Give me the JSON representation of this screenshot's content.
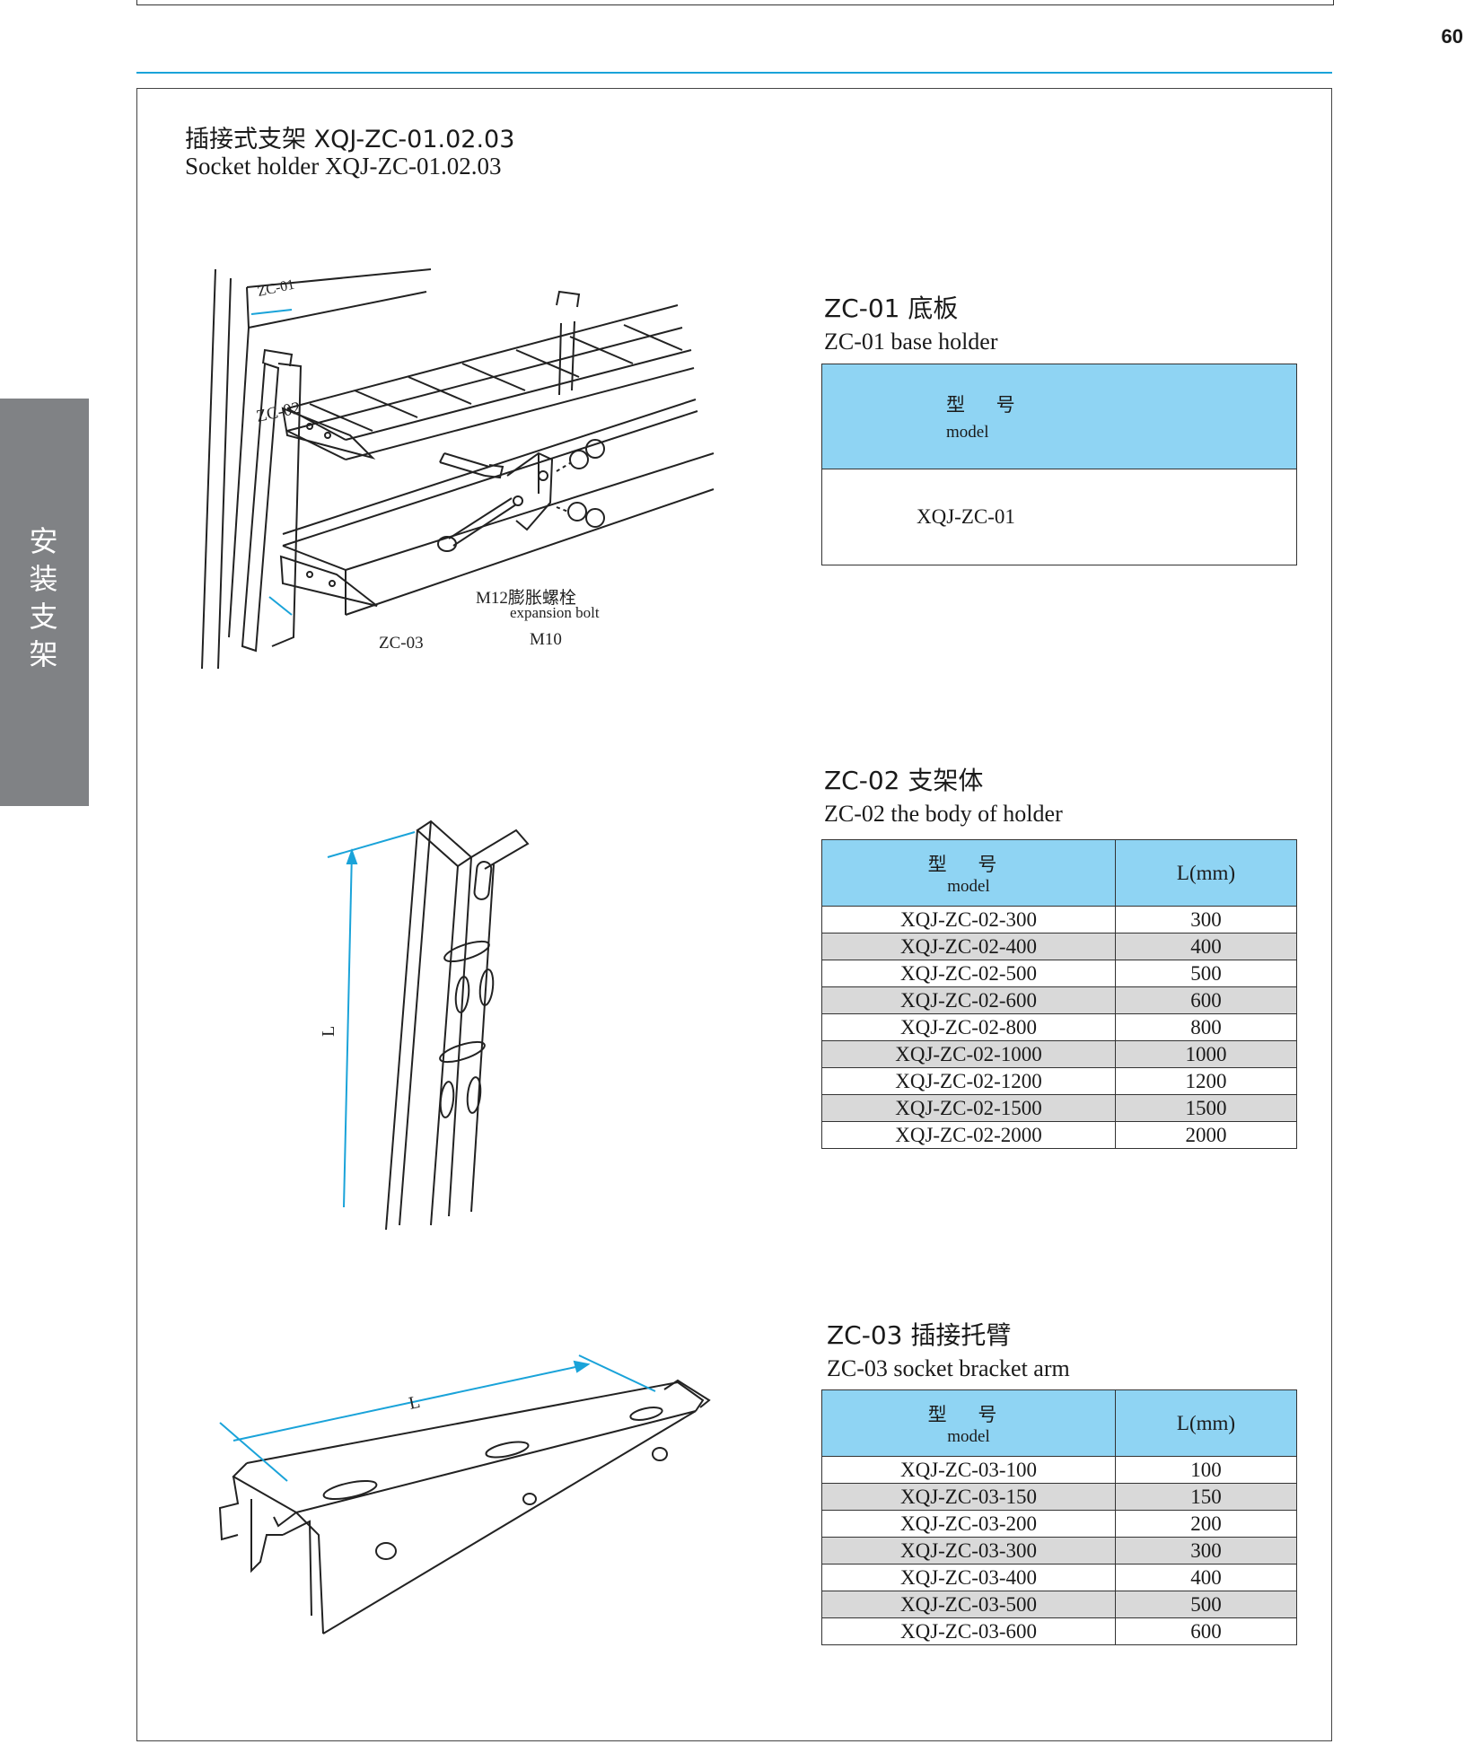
{
  "page_number": "60",
  "side_tab": "安装支架",
  "title": {
    "cn": "插接式支架  XQJ-ZC-01.02.03",
    "en": "Socket holder XQJ-ZC-01.02.03"
  },
  "diagram_labels": {
    "zc01": "ZC-01",
    "zc02": "ZC-02",
    "zc03": "ZC-03",
    "bolt_cn": "M12膨胀螺栓",
    "bolt_en": "expansion bolt",
    "m10": "M10",
    "length": "L"
  },
  "zc01": {
    "heading": "ZC-01 底板",
    "subheading": "ZC-01 base holder",
    "col_model_cn": "型 号",
    "col_model_en": "model",
    "value": "XQJ-ZC-01"
  },
  "zc02": {
    "heading": "ZC-02 支架体",
    "subheading": "ZC-02 the body of holder",
    "col_model_cn": "型 号",
    "col_model_en": "model",
    "col_length": "L(mm)",
    "rows": [
      {
        "model": "XQJ-ZC-02-300",
        "length": "300"
      },
      {
        "model": "XQJ-ZC-02-400",
        "length": "400"
      },
      {
        "model": "XQJ-ZC-02-500",
        "length": "500"
      },
      {
        "model": "XQJ-ZC-02-600",
        "length": "600"
      },
      {
        "model": "XQJ-ZC-02-800",
        "length": "800"
      },
      {
        "model": "XQJ-ZC-02-1000",
        "length": "1000"
      },
      {
        "model": "XQJ-ZC-02-1200",
        "length": "1200"
      },
      {
        "model": "XQJ-ZC-02-1500",
        "length": "1500"
      },
      {
        "model": "XQJ-ZC-02-2000",
        "length": "2000"
      }
    ]
  },
  "zc03": {
    "heading": "ZC-03 插接托臂",
    "subheading": "ZC-03 socket bracket arm",
    "col_model_cn": "型 号",
    "col_model_en": "model",
    "col_length": "L(mm)",
    "rows": [
      {
        "model": "XQJ-ZC-03-100",
        "length": "100"
      },
      {
        "model": "XQJ-ZC-03-150",
        "length": "150"
      },
      {
        "model": "XQJ-ZC-03-200",
        "length": "200"
      },
      {
        "model": "XQJ-ZC-03-300",
        "length": "300"
      },
      {
        "model": "XQJ-ZC-03-400",
        "length": "400"
      },
      {
        "model": "XQJ-ZC-03-500",
        "length": "500"
      },
      {
        "model": "XQJ-ZC-03-600",
        "length": "600"
      }
    ]
  },
  "colors": {
    "accent_rule": "#1aa3d9",
    "table_header": "#8fd4f3",
    "row_alt": "#d9d9d9",
    "side_tab": "#808285",
    "dimension_line": "#1aa3d9"
  }
}
